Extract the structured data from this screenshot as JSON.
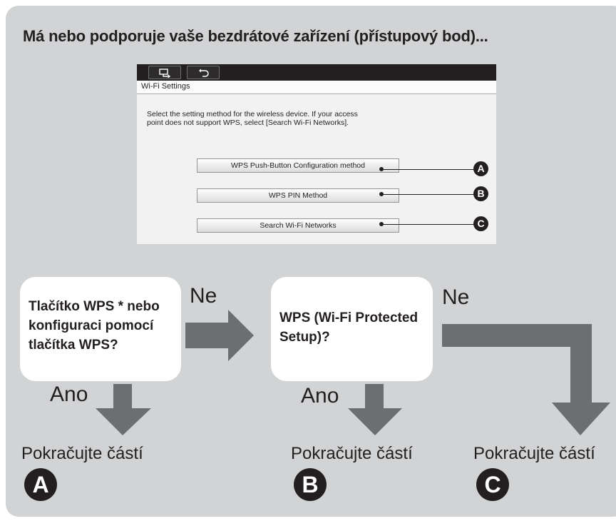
{
  "heading": "Má nebo podporuje vaše bezdrátové zařízení (přístupový bod)...",
  "device_screen": {
    "toolbar_icons": [
      "input-switch-icon",
      "return-icon"
    ],
    "title": "Wi-Fi Settings",
    "description": "Select the setting method for the wireless device. If your access\npoint does not support WPS, select [Search Wi-Fi Networks].",
    "options": [
      {
        "label": "WPS Push-Button Configuration method",
        "callout": "A"
      },
      {
        "label": "WPS PIN Method",
        "callout": "B"
      },
      {
        "label": "Search Wi-Fi Networks",
        "callout": "C"
      }
    ]
  },
  "flow": {
    "question1": "Tlačítko WPS * nebo\nkonfiguraci pomocí\ntlačítka WPS?",
    "question2": "WPS (Wi-Fi Protected\nSetup)?",
    "no_label": "Ne",
    "yes_label": "Ano",
    "continue_label": "Pokračujte částí",
    "outcomes": [
      "A",
      "B",
      "C"
    ],
    "arrow_color": "#6d6e71"
  }
}
